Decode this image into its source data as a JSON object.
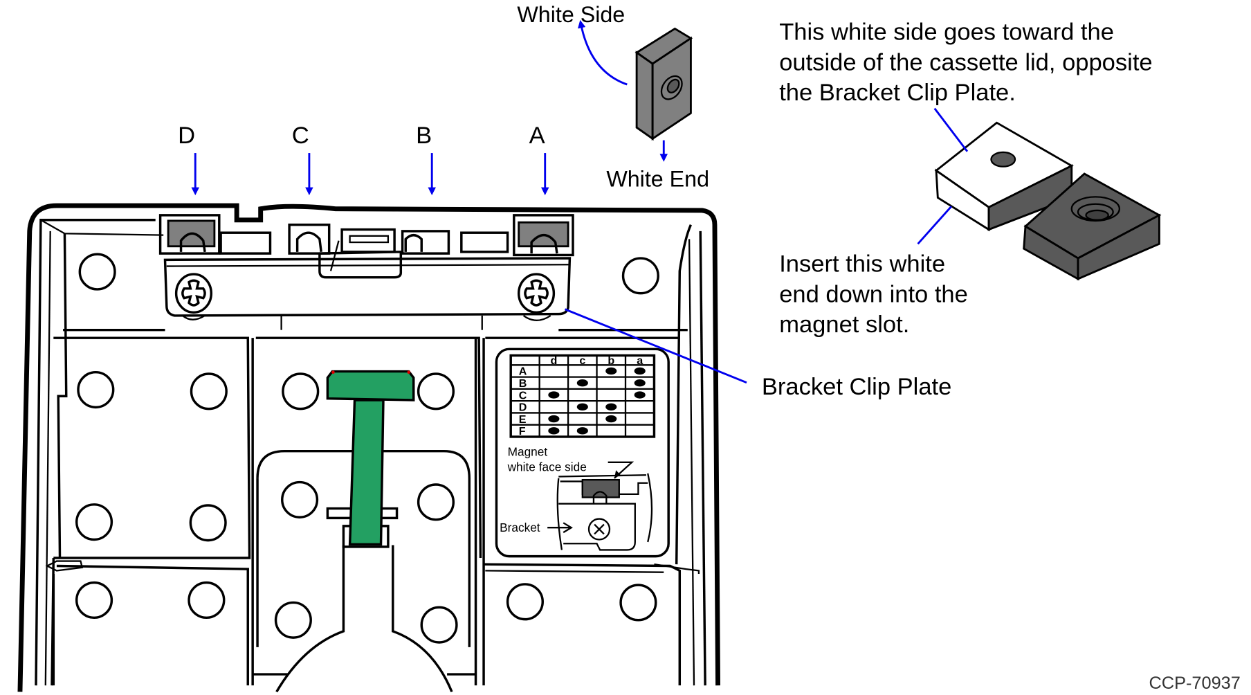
{
  "diagram": {
    "slot_labels": [
      "D",
      "C",
      "B",
      "A"
    ],
    "white_side_label": "White Side",
    "white_end_label": "White End",
    "callout_top": [
      "This white side goes toward the",
      "outside of the cassette lid, opposite",
      "the Bracket Clip Plate."
    ],
    "callout_bottom": [
      "Insert this white",
      "end down into the",
      "magnet slot."
    ],
    "bracket_clip_plate_label": "Bracket Clip Plate",
    "figure_code": "CCP-70937",
    "colors": {
      "arrow": "#0000ee",
      "magnet_dark": "#595959",
      "magnet_mid": "#808080",
      "handle_green": "#23a062"
    },
    "inset": {
      "magnet_label": [
        "Magnet",
        "white face side"
      ],
      "bracket_label": "Bracket",
      "table": {
        "columns": [
          "d",
          "c",
          "b",
          "a"
        ],
        "rows": [
          {
            "label": "A",
            "dots": [
              false,
              false,
              true,
              true
            ]
          },
          {
            "label": "B",
            "dots": [
              false,
              true,
              false,
              true
            ]
          },
          {
            "label": "C",
            "dots": [
              true,
              false,
              false,
              true
            ]
          },
          {
            "label": "D",
            "dots": [
              false,
              true,
              true,
              false
            ]
          },
          {
            "label": "E",
            "dots": [
              true,
              false,
              true,
              false
            ]
          },
          {
            "label": "F",
            "dots": [
              true,
              true,
              false,
              false
            ]
          }
        ]
      }
    }
  }
}
